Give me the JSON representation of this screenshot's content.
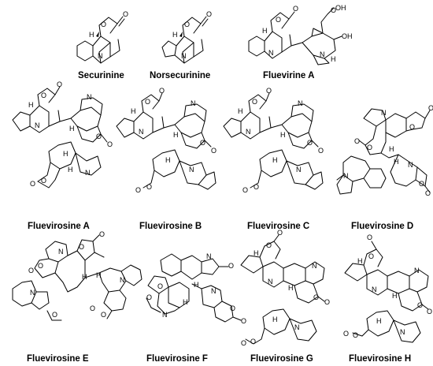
{
  "compounds": [
    {
      "name": "Securinine",
      "atoms": [
        "O",
        "O",
        "H",
        "N"
      ]
    },
    {
      "name": "Norsecurinine",
      "atoms": [
        "O",
        "O",
        "H",
        "N"
      ]
    },
    {
      "name": "Fluevirine A",
      "atoms": [
        "O",
        "O",
        "O",
        "OH",
        "OH",
        "H",
        "N",
        "N",
        "H"
      ]
    },
    {
      "name": "Fluevirosine A",
      "atoms": [
        "O",
        "O",
        "H",
        "N",
        "H",
        "N",
        "O",
        "O",
        "H",
        "O",
        "O",
        "H",
        "N"
      ]
    },
    {
      "name": "Fluevirosine B",
      "atoms": [
        "O",
        "O",
        "H",
        "N",
        "H",
        "N",
        "O",
        "O",
        "H",
        "O",
        "O",
        "N"
      ]
    },
    {
      "name": "Fluevirosine C",
      "atoms": [
        "O",
        "O",
        "H",
        "N",
        "H",
        "N",
        "O",
        "O",
        "H",
        "O",
        "O",
        "N"
      ]
    },
    {
      "name": "Fluevirosine D",
      "atoms": [
        "O",
        "O",
        "N",
        "O",
        "O",
        "H",
        "H",
        "N",
        "O",
        "O",
        "N"
      ]
    },
    {
      "name": "Fluevirosine E",
      "atoms": [
        "N",
        "O",
        "O",
        "O",
        "O",
        "H",
        "H",
        "N",
        "O",
        "N",
        "O",
        "O"
      ]
    },
    {
      "name": "Fluevirosine F",
      "atoms": [
        "O",
        "O",
        "O",
        "N",
        "H",
        "N",
        "O",
        "O",
        "H",
        "N"
      ]
    },
    {
      "name": "Fluevirosine G",
      "atoms": [
        "O",
        "O",
        "H",
        "N",
        "H",
        "N",
        "O",
        "O",
        "O",
        "O",
        "H",
        "N"
      ]
    },
    {
      "name": "Fluevirosine H",
      "atoms": [
        "O",
        "O",
        "H",
        "N",
        "H",
        "N",
        "O",
        "O",
        "H",
        "N",
        "O",
        "O"
      ]
    }
  ]
}
